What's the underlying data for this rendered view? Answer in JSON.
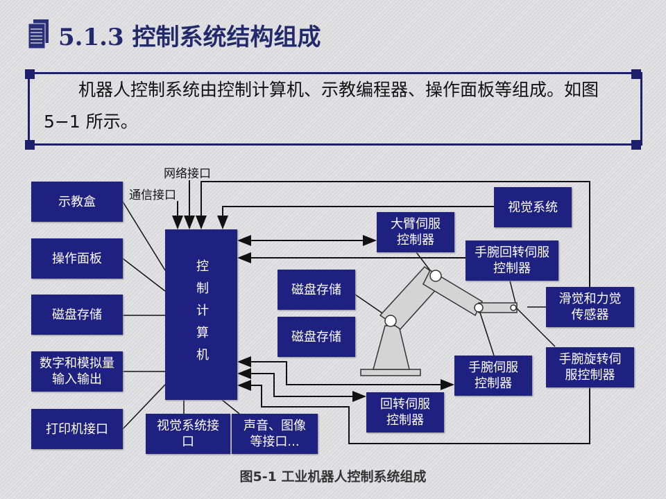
{
  "title": "5.1.3 控制系统结构组成",
  "intro": "机器人控制系统由控制计算机、示教编程器、操作面板等组成。如图 5−1 所示。",
  "labels": {
    "network": "网络接口",
    "comm": "通信接口"
  },
  "boxes": {
    "teach": "示教盒",
    "panel": "操作面板",
    "disk_left": "磁盘存储",
    "io": "数字和模拟量输入输出",
    "printer": "打印机接口",
    "computer": "控制计算机",
    "vision_if": "视觉系统接口",
    "audio_if": "声音、图像等接口...",
    "disk_mid1": "磁盘存储",
    "disk_mid2": "磁盘存储",
    "arm_servo": "大臂伺服控制器",
    "vision": "视觉系统",
    "wrist_rot": "手腕回转伺服控制器",
    "slip_force": "滑觉和力觉传感器",
    "wrist_spin": "手腕旋转伺服控制器",
    "wrist_servo": "手腕伺服控制器",
    "rotate_servo": "回转伺服控制器"
  },
  "caption": "图5-1 工业机器人控制系统组成"
}
